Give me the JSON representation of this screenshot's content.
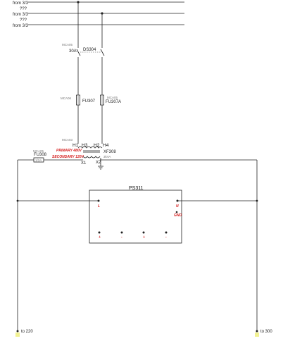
{
  "bus_labels": [
    "from 3/3",
    "???",
    "from 3/3",
    "???",
    "from 3/3"
  ],
  "switch": {
    "tag": "MCA05",
    "designation": "DS304",
    "rating": "30A"
  },
  "fuses": {
    "left": {
      "tag": "MCA06",
      "designation": "FU307"
    },
    "right": {
      "tag": "MCA05",
      "designation": "FU307A"
    }
  },
  "transformer": {
    "tag": "MCA03",
    "terminals_primary": [
      "H1",
      "H3",
      "H2",
      "H4"
    ],
    "designation": "XF308",
    "kva": "3kVA",
    "primary_label": "PRIMARY 480V",
    "secondary_label": "SECONDARY 120V",
    "secondary_terminals": [
      "X1",
      "X2"
    ]
  },
  "fuse_small": {
    "tag": "MCA05",
    "designation": "FU308",
    "rating": "1/2A"
  },
  "power_supply": {
    "designation": "PS311",
    "inputs": [
      "L",
      "N"
    ],
    "extra": "GND",
    "outputs": [
      "+",
      "-",
      "+",
      "-"
    ]
  },
  "off_page": {
    "left": "to 220",
    "right": "to 300"
  },
  "colors": {
    "wire": "#222222",
    "accent_red": "#d62020",
    "marker_yellow": "#e8e84a"
  }
}
